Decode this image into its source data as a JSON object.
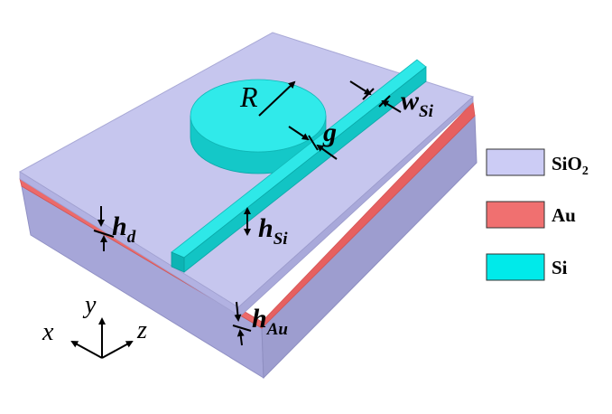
{
  "labels": {
    "R": "R",
    "g": "g",
    "w_main": "w",
    "w_sub": "Si",
    "h_si_main": "h",
    "h_si_sub": "Si",
    "h_d_main": "h",
    "h_d_sub": "d",
    "h_au_main": "h",
    "h_au_sub": "Au"
  },
  "axes": {
    "x": "x",
    "y": "y",
    "z": "z"
  },
  "legend": {
    "items": [
      {
        "label_main": "SiO",
        "label_sub": "2",
        "color": "#ccccf5"
      },
      {
        "label_main": "Au",
        "label_sub": "",
        "color": "#f07070"
      },
      {
        "label_main": "Si",
        "label_sub": "",
        "color": "#00eaea"
      }
    ]
  },
  "colors": {
    "sio2_top": "#c4c4ee",
    "sio2_side": "#ababdc",
    "sio2_front": "#a3a3d5",
    "au": "#ec6a6a",
    "si_top": "#2ee8e8",
    "si_side": "#18cccc",
    "si_front": "#0fbebe"
  }
}
